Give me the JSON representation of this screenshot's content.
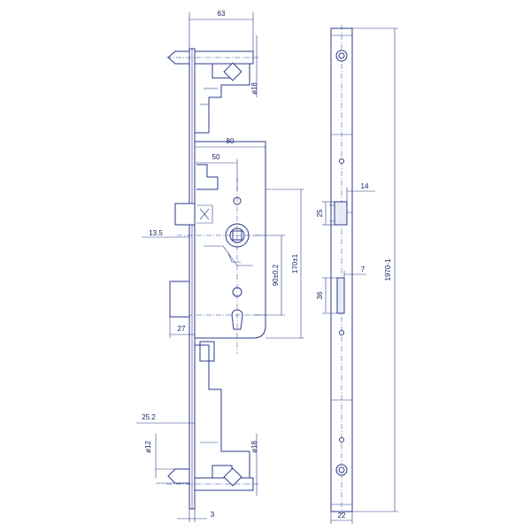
{
  "dimensions": {
    "top_width": "63",
    "top_bolt_dia": "ø18",
    "case_depth": "80",
    "backset_50": "50",
    "offset_13_5": "13.5",
    "spacing_90": "90±0.2",
    "height_170": "170±1",
    "cylinder_27": "27",
    "offset_25_2": "25.2",
    "bolt_dia_12": "ø12",
    "bottom_bolt_dia": "ø18",
    "faceplate_thickness": "3",
    "latch_width_14": "14",
    "latch_height_25": "25",
    "bolt_width_7": "7",
    "bolt_height_36": "36",
    "total_length": "1970-1",
    "faceplate_width": "22"
  },
  "colors": {
    "line": "#2b3a8c",
    "text": "#1a2466",
    "background": "#ffffff"
  }
}
